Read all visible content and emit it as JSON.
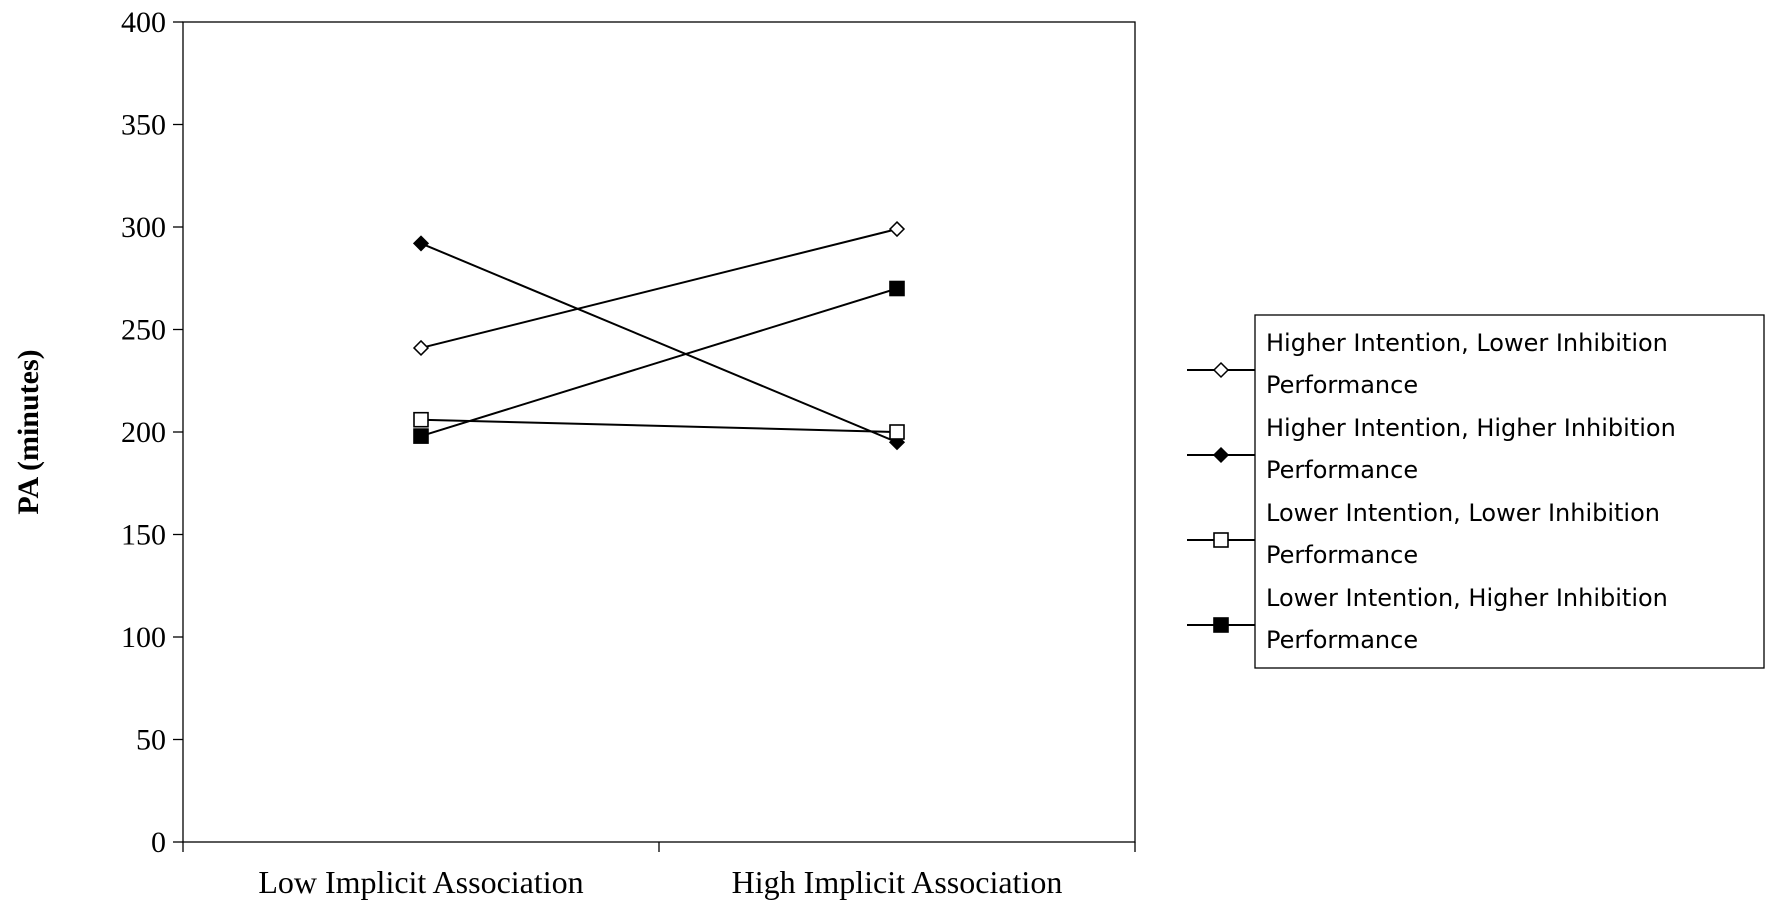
{
  "chart_data": {
    "type": "line",
    "title": "",
    "xlabel": "",
    "ylabel": "PA (minutes)",
    "ylim": [
      0,
      400
    ],
    "yticks": [
      0,
      50,
      100,
      150,
      200,
      250,
      300,
      350,
      400
    ],
    "categories": [
      "Low Implicit Association",
      "High Implicit Association"
    ],
    "series": [
      {
        "name": "Higher Intention, Lower Inhibition Performance",
        "name_lines": [
          "Higher Intention, Lower Inhibition",
          "Performance"
        ],
        "marker": "diamond-open",
        "values": [
          241,
          299
        ]
      },
      {
        "name": "Higher Intention, Higher Inhibition Performance",
        "name_lines": [
          "Higher Intention, Higher Inhibition",
          "Performance"
        ],
        "marker": "diamond-filled",
        "values": [
          292,
          195
        ]
      },
      {
        "name": "Lower Intention, Lower Inhibition Performance",
        "name_lines": [
          "Lower Intention, Lower Inhibition",
          "Performance"
        ],
        "marker": "square-open",
        "values": [
          206,
          200
        ]
      },
      {
        "name": "Lower Intention, Higher Inhibition Performance",
        "name_lines": [
          "Lower Intention, Higher Inhibition",
          "Performance"
        ],
        "marker": "square-filled",
        "values": [
          198,
          270
        ]
      }
    ],
    "grid": false,
    "legend_position": "right"
  }
}
